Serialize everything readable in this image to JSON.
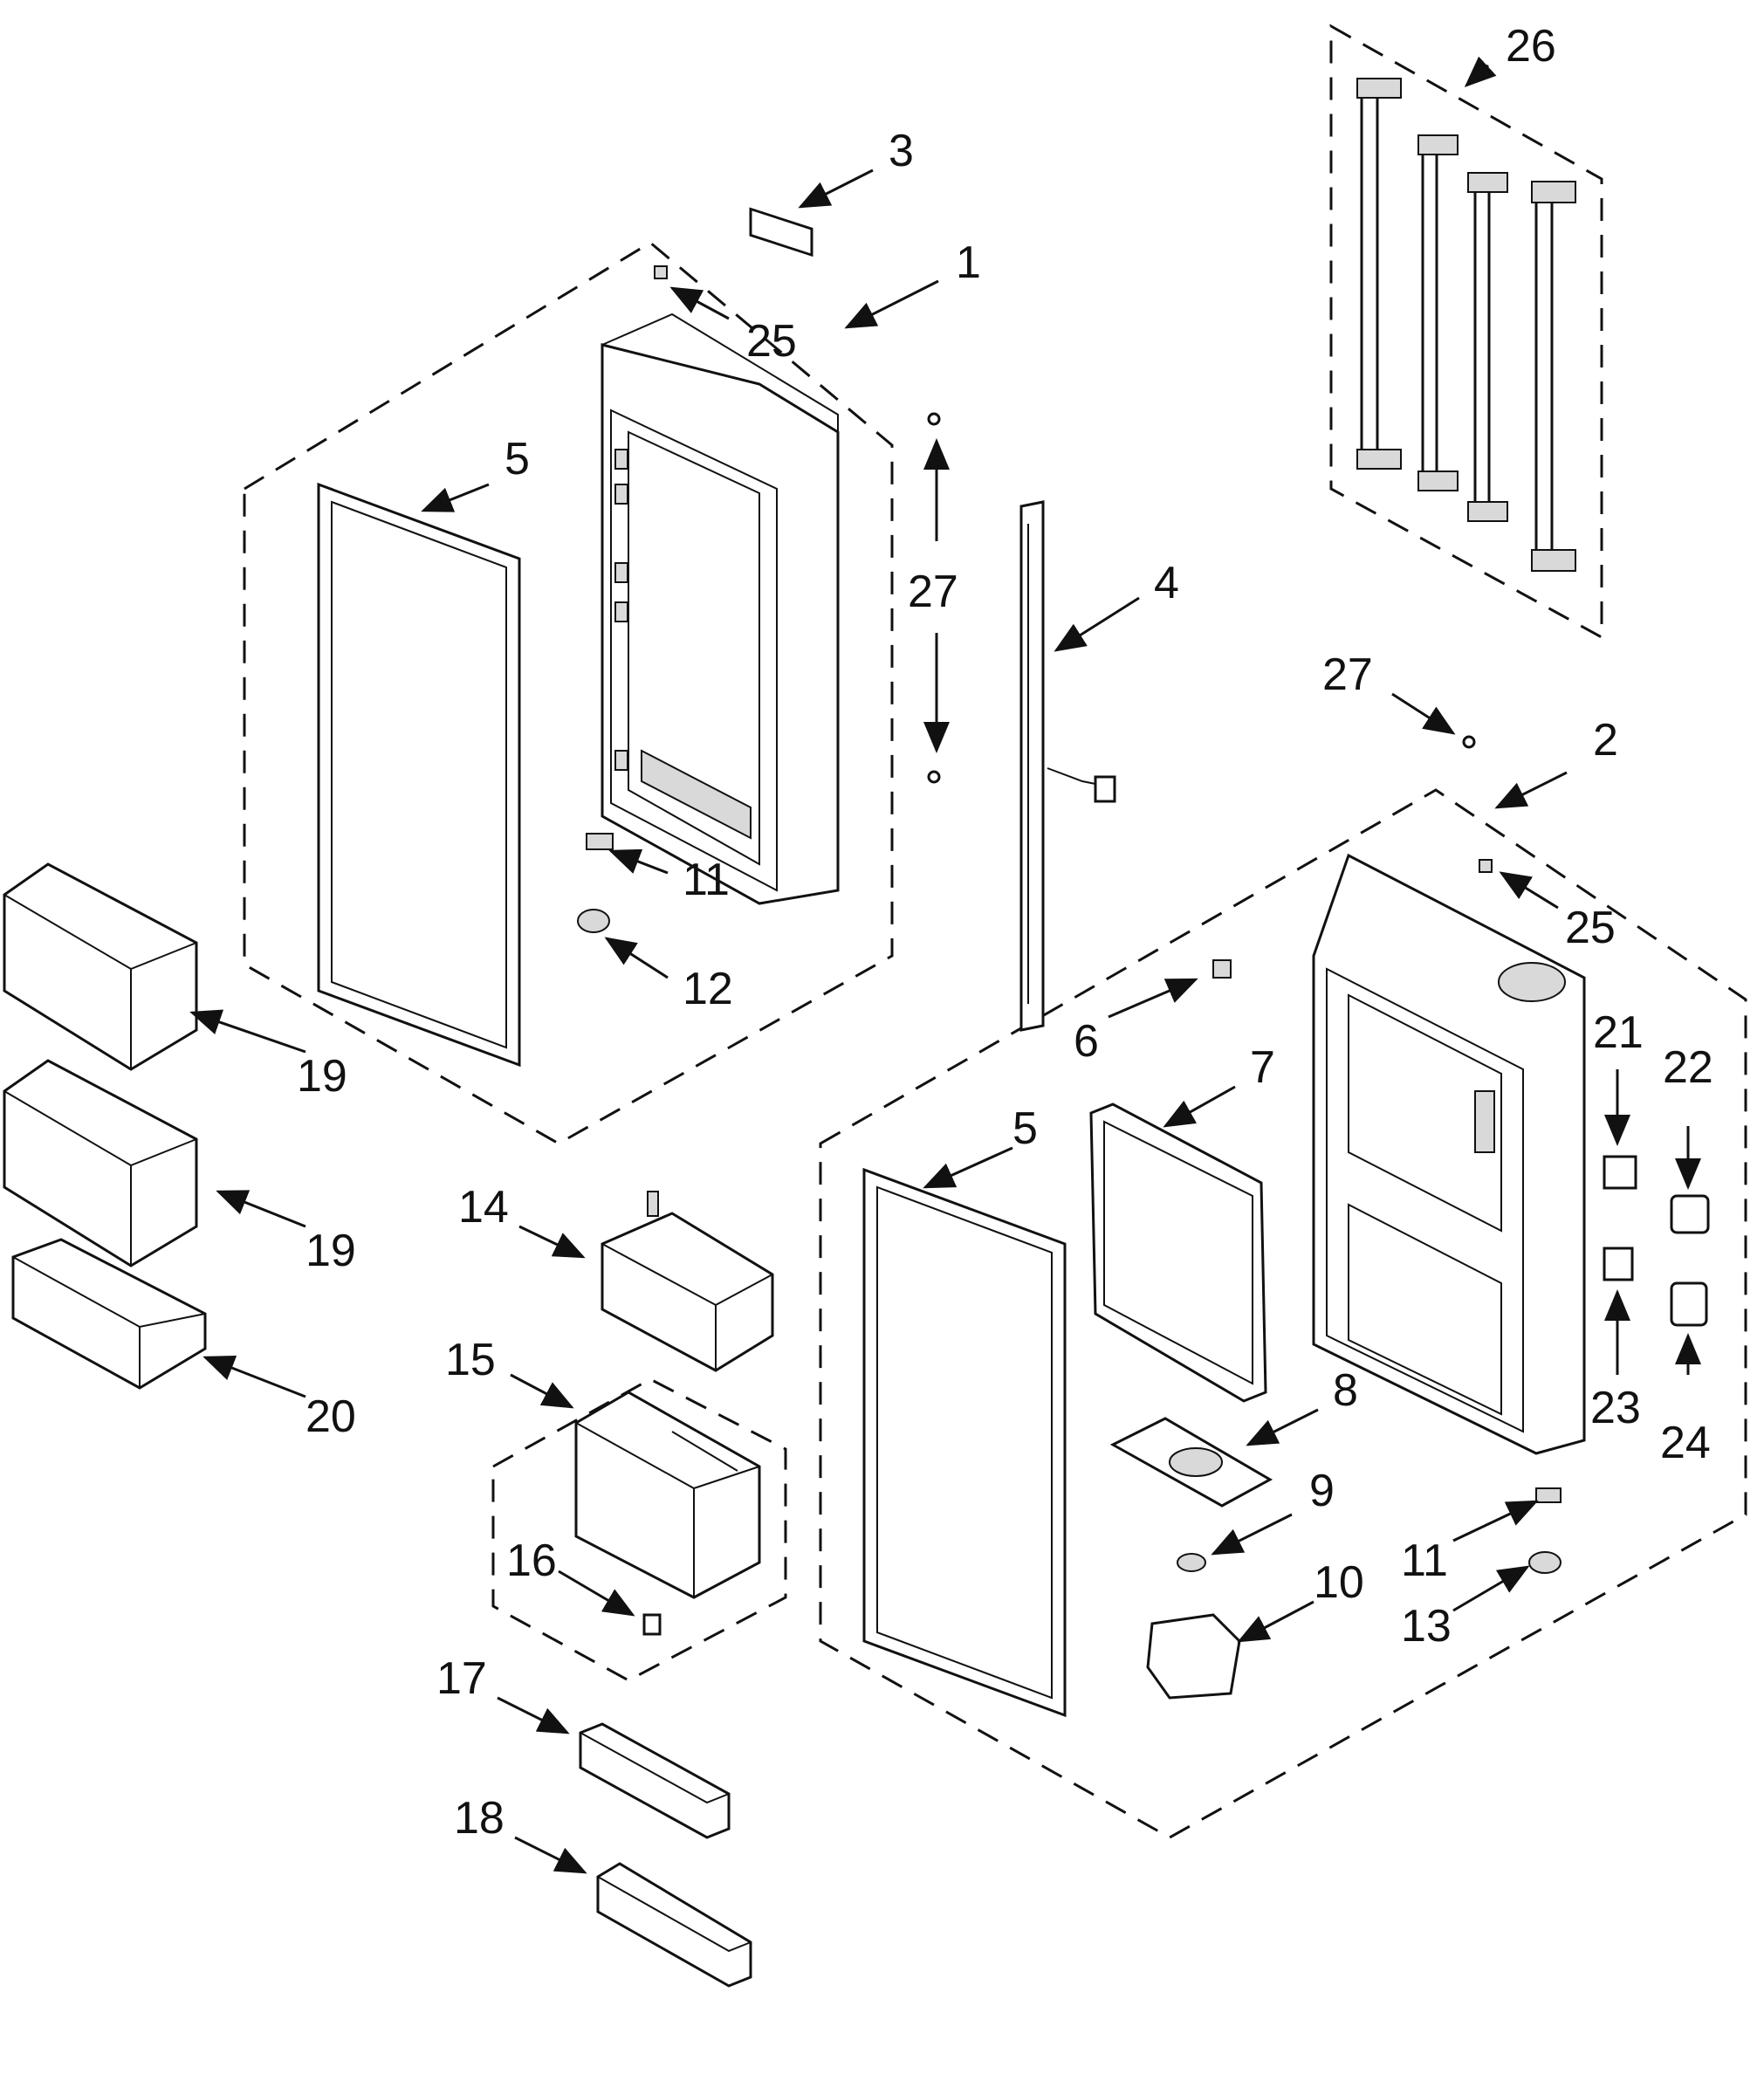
{
  "diagram": {
    "callouts": [
      {
        "id": "c3",
        "label": "3"
      },
      {
        "id": "c1",
        "label": "1"
      },
      {
        "id": "c25a",
        "label": "25"
      },
      {
        "id": "c5a",
        "label": "5"
      },
      {
        "id": "c27a",
        "label": "27"
      },
      {
        "id": "c4",
        "label": "4"
      },
      {
        "id": "c26",
        "label": "26"
      },
      {
        "id": "c27b",
        "label": "27"
      },
      {
        "id": "c2",
        "label": "2"
      },
      {
        "id": "c25b",
        "label": "25"
      },
      {
        "id": "c11a",
        "label": "11"
      },
      {
        "id": "c12",
        "label": "12"
      },
      {
        "id": "c19a",
        "label": "19"
      },
      {
        "id": "c19b",
        "label": "19"
      },
      {
        "id": "c20",
        "label": "20"
      },
      {
        "id": "c6",
        "label": "6"
      },
      {
        "id": "c7",
        "label": "7"
      },
      {
        "id": "c5b",
        "label": "5"
      },
      {
        "id": "c21",
        "label": "21"
      },
      {
        "id": "c22",
        "label": "22"
      },
      {
        "id": "c23",
        "label": "23"
      },
      {
        "id": "c24",
        "label": "24"
      },
      {
        "id": "c8",
        "label": "8"
      },
      {
        "id": "c9",
        "label": "9"
      },
      {
        "id": "c10",
        "label": "10"
      },
      {
        "id": "c11b",
        "label": "11"
      },
      {
        "id": "c13",
        "label": "13"
      },
      {
        "id": "c14",
        "label": "14"
      },
      {
        "id": "c15",
        "label": "15"
      },
      {
        "id": "c16",
        "label": "16"
      },
      {
        "id": "c17",
        "label": "17"
      },
      {
        "id": "c18",
        "label": "18"
      }
    ]
  }
}
